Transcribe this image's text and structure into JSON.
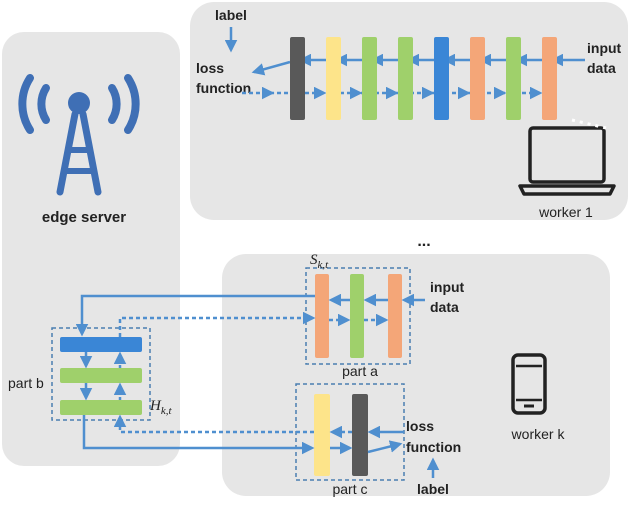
{
  "colors": {
    "panel": "#e6e6e6",
    "arrow": "#4f8fcf",
    "dark": "#595959",
    "yellow": "#fde48a",
    "green": "#9fd06b",
    "blue": "#3a86d6",
    "orange": "#f4a678",
    "antenna": "#3f6fb5",
    "group_border": "#4a7fb0"
  },
  "edge_server": {
    "label": "edge server",
    "icon": "radio-tower-icon"
  },
  "worker1": {
    "name": "worker 1",
    "label_text": "label",
    "loss_line1": "loss",
    "loss_line2": "function",
    "input_line1": "input",
    "input_line2": "data",
    "icon": "laptop-icon"
  },
  "ellipsis": "...",
  "workerk": {
    "name": "worker k",
    "icon": "smartphone-icon",
    "part_a": "part a",
    "part_b": "part b",
    "part_c": "part c",
    "input_line1": "input",
    "input_line2": "data",
    "loss_line1": "loss",
    "loss_line2": "function",
    "label_text": "label",
    "s_main": "S",
    "s_sub": "k,t",
    "h_main": "H",
    "h_sub": "k,t"
  }
}
